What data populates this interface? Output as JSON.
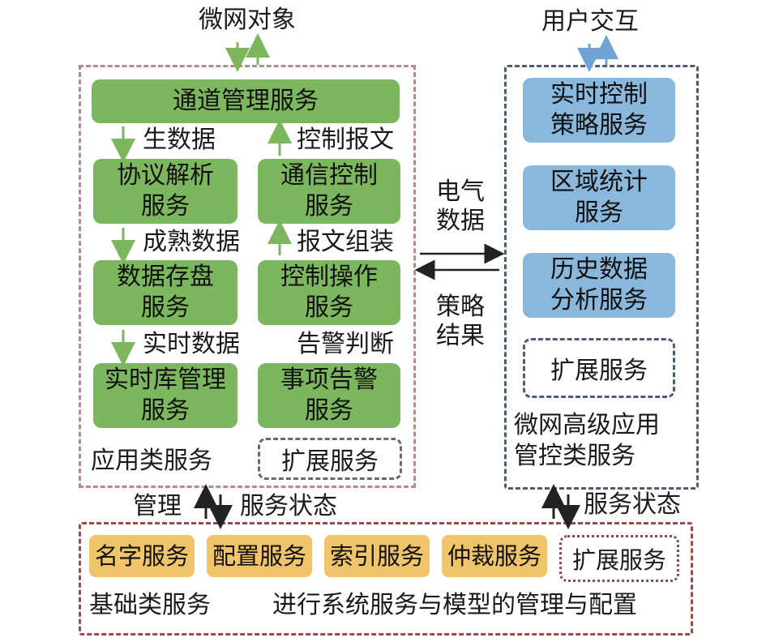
{
  "top": {
    "microgrid_object": "微网对象",
    "user_interaction": "用户交互"
  },
  "app": {
    "channel": "通道管理服务",
    "raw_data": "生数据",
    "control_msg": "控制报文",
    "protocol_l1": "协议解析",
    "protocol_l2": "服务",
    "comm_l1": "通信控制",
    "comm_l2": "服务",
    "mature_data": "成熟数据",
    "msg_assembly": "报文组装",
    "storage_l1": "数据存盘",
    "storage_l2": "服务",
    "ctrlop_l1": "控制操作",
    "ctrlop_l2": "服务",
    "realtime_data": "实时数据",
    "alarm_judge": "告警判断",
    "rtdb_l1": "实时库管理",
    "rtdb_l2": "服务",
    "event_l1": "事项告警",
    "event_l2": "服务",
    "extension": "扩展服务",
    "group_label": "应用类服务"
  },
  "middle": {
    "elec_l1": "电气",
    "elec_l2": "数据",
    "strategy_l1": "策略",
    "strategy_l2": "结果"
  },
  "advanced": {
    "rtc_l1": "实时控制",
    "rtc_l2": "策略服务",
    "region_l1": "区域统计",
    "region_l2": "服务",
    "history_l1": "历史数据",
    "history_l2": "分析服务",
    "extension": "扩展服务",
    "group_l1": "微网高级应用",
    "group_l2": "管控类服务"
  },
  "links": {
    "manage": "管理",
    "service_status_left": "服务状态",
    "service_status_right": "服务状态"
  },
  "base": {
    "name_service": "名字服务",
    "config_service": "配置服务",
    "index_service": "索引服务",
    "arbitration_service": "仲裁服务",
    "extension": "扩展服务",
    "group_label": "基础类服务",
    "description": "进行系统服务与模型的管理与配置"
  },
  "colors": {
    "green": "#7cb65e",
    "blue": "#8ab7dc",
    "orange": "#f0c46a",
    "arrow_green": "#7cb65e",
    "arrow_blue": "#6fa3d4"
  }
}
